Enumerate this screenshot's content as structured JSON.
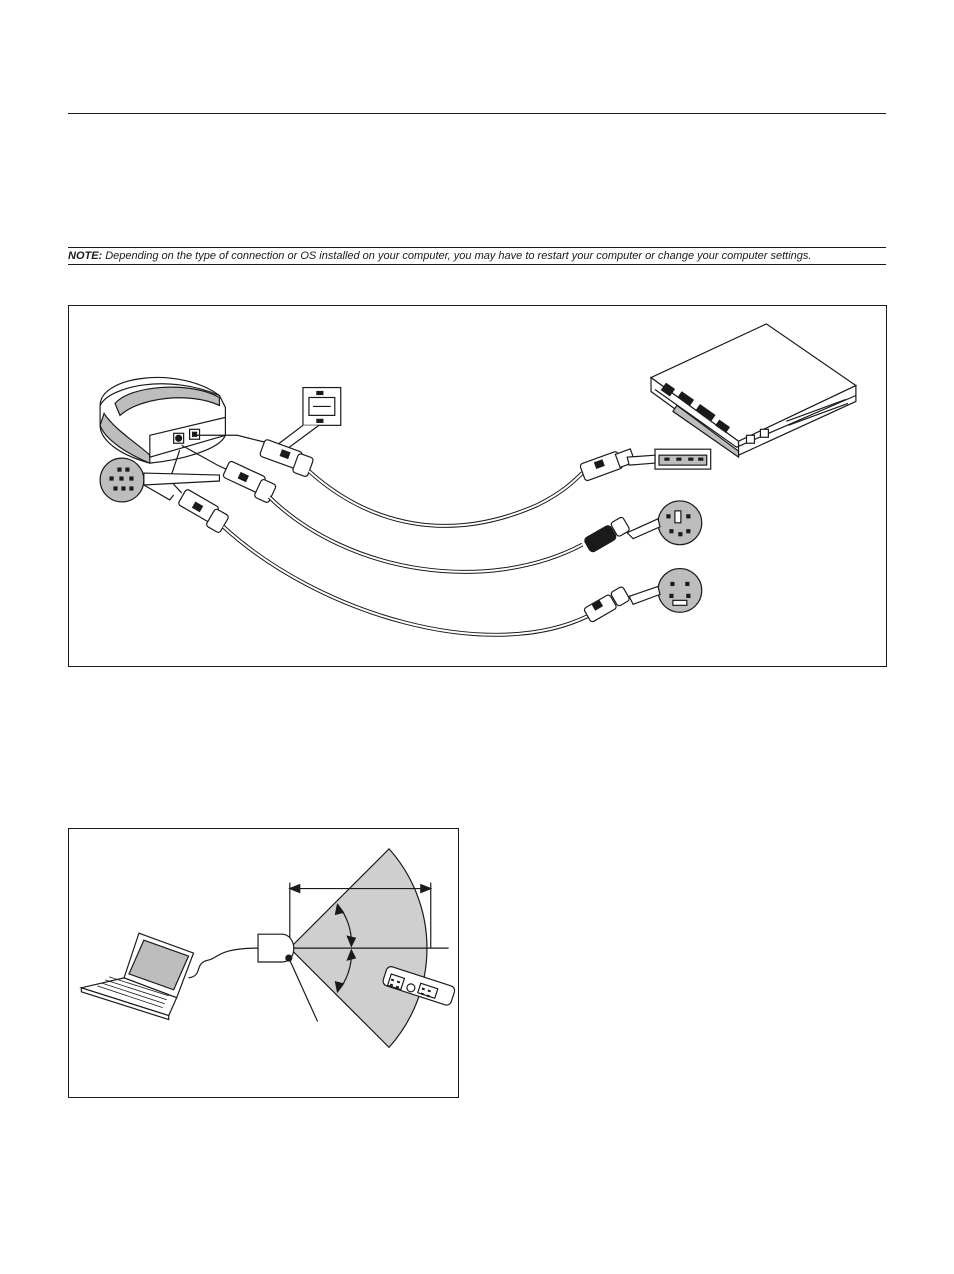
{
  "note": {
    "label": "NOTE:",
    "text": "Depending on the type of connection or OS installed on your computer, you may have to restart your computer or change your computer settings."
  },
  "figures": [
    {
      "id": "cable-connection-illustration",
      "icons": [
        "receiver-icon",
        "usb-b-connector-icon",
        "usb-a-connector-icon",
        "ps2-connector-icon",
        "mini-din-connector-icon",
        "laptop-rear-icon"
      ]
    },
    {
      "id": "remote-range-illustration",
      "icons": [
        "laptop-icon",
        "receiver-icon",
        "remote-control-icon",
        "range-arc-icon"
      ]
    }
  ]
}
